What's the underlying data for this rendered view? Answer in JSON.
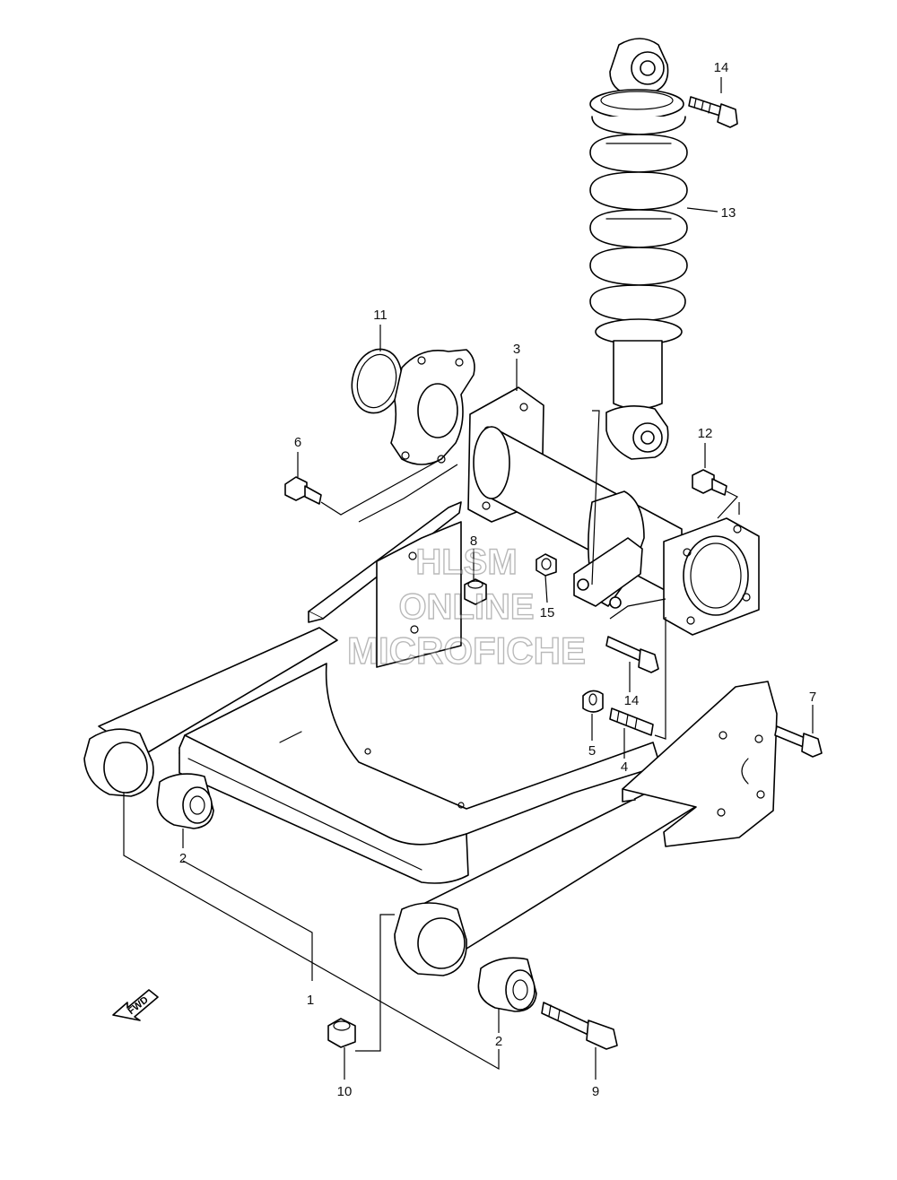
{
  "watermark": {
    "line1": "HLSM",
    "line2": "ONLINE",
    "line3": "MICROFICHE"
  },
  "direction_marker": {
    "label": "FWD",
    "icon": "fwd-arrow-icon"
  },
  "callouts": [
    {
      "id": "c14a",
      "text": "14"
    },
    {
      "id": "c13",
      "text": "13"
    },
    {
      "id": "c11",
      "text": "11"
    },
    {
      "id": "c3",
      "text": "3"
    },
    {
      "id": "c6",
      "text": "6"
    },
    {
      "id": "c12",
      "text": "12"
    },
    {
      "id": "c8",
      "text": "8"
    },
    {
      "id": "c15",
      "text": "15"
    },
    {
      "id": "c14b",
      "text": "14"
    },
    {
      "id": "c7",
      "text": "7"
    },
    {
      "id": "c5",
      "text": "5"
    },
    {
      "id": "c4",
      "text": "4"
    },
    {
      "id": "c2a",
      "text": "2"
    },
    {
      "id": "c1",
      "text": "1"
    },
    {
      "id": "c2b",
      "text": "2"
    },
    {
      "id": "c10",
      "text": "10"
    },
    {
      "id": "c9",
      "text": "9"
    }
  ]
}
